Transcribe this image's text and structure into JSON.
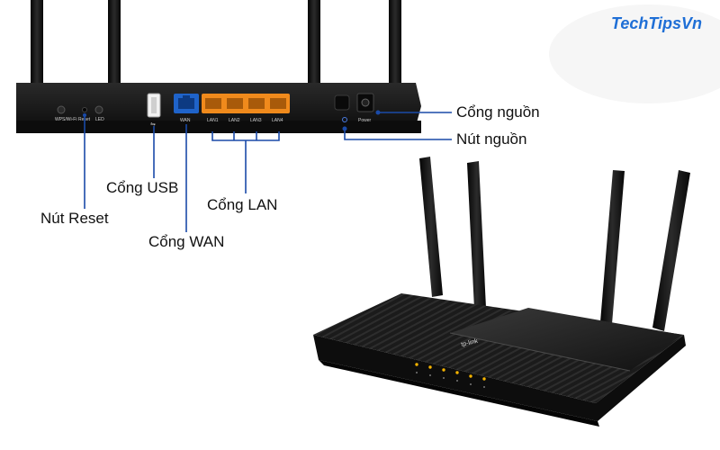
{
  "brand": "TechTipsVn",
  "back_panel": {
    "port_labels": {
      "wps": "WPS/Wi-Fi",
      "reset": "Reset",
      "led": "LED",
      "wan": "WAN",
      "lan1": "LAN1",
      "lan2": "LAN2",
      "lan3": "LAN3",
      "lan4": "LAN4",
      "power": "Power"
    }
  },
  "callouts": {
    "power_port": "Cổng nguồn",
    "power_button": "Nút nguồn",
    "usb_port": "Cổng USB",
    "lan_ports": "Cổng LAN",
    "reset_button": "Nút Reset",
    "wan_port": "Cổng WAN"
  },
  "router_front": {
    "logo": "tp-link"
  },
  "colors": {
    "callout_line": "#1a4aa8",
    "wan_port": "#1f63c9",
    "lan_port": "#f08a1c",
    "body": "#161616",
    "brand": "#1f6fd6",
    "status_led": "#f5b400"
  }
}
